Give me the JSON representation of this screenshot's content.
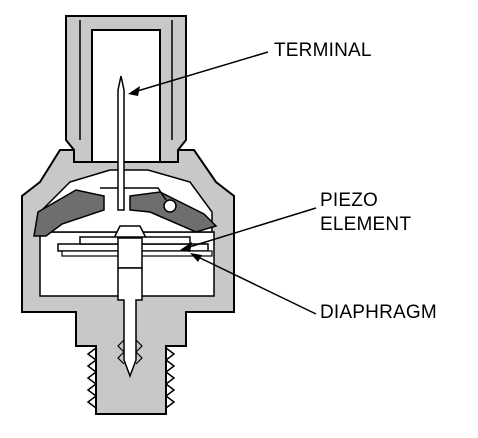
{
  "labels": {
    "terminal": "TERMINAL",
    "piezo_line1": "PIEZO",
    "piezo_line2": "ELEMENT",
    "diaphragm": "DIAPHRAGM"
  },
  "colors": {
    "body_fill": "#c8c8c8",
    "cavity_fill": "#ffffff",
    "seal_fill": "#6e6e6e",
    "outline": "#000000"
  }
}
